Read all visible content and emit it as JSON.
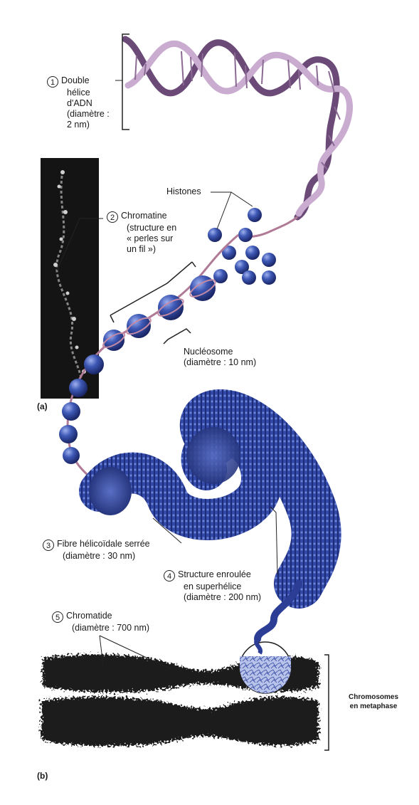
{
  "labels": {
    "l1_num": "1",
    "l1_lines": [
      "Double",
      "hélice",
      "d'ADN",
      "(diamètre :",
      "2 nm)"
    ],
    "histones": "Histones",
    "l2_num": "2",
    "l2_lines": [
      "Chromatine",
      "(structure en",
      "« perles sur",
      "un fil »)"
    ],
    "nucleosome_lines": [
      "Nucléosome",
      "(diamètre : 10 nm)"
    ],
    "l3_num": "3",
    "l3_lines": [
      "Fibre hélicoïdale serrée",
      "(diamètre : 30 nm)"
    ],
    "l4_num": "4",
    "l4_lines": [
      "Structure enroulée",
      "en superhélice",
      "(diamètre : 200 nm)"
    ],
    "l5_num": "5",
    "l5_lines": [
      "Chromatide",
      "(diamètre : 700 nm)"
    ],
    "panel_a": "(a)",
    "panel_b": "(b)",
    "chromosomes_lines": [
      "Chromosomes",
      "en metaphase"
    ]
  },
  "colors": {
    "dna_strand": "#7a5a86",
    "dna_light": "#c6a9c9",
    "histone": "#3a55b0",
    "histone_dark": "#1f2f7a",
    "chromatid": "#1b1b1b",
    "fiber_wire": "#b07a96"
  }
}
